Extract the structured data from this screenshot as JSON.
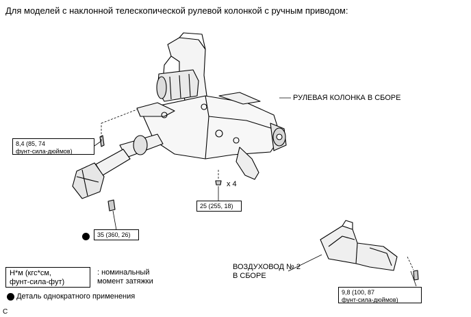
{
  "heading": "Для моделей с наклонной телескопической рулевой колонкой с ручным приводом:",
  "labels": {
    "steering_column": "РУЛЕВАЯ КОЛОНКА В СБОРЕ",
    "air_duct_line1": "ВОЗДУХОВОД № 2",
    "air_duct_line2": "В СБОРЕ",
    "times4": "x 4"
  },
  "torque_boxes": {
    "bolt_left_line1": "8,4 (85, 74",
    "bolt_left_line2": "фунт-сила-дюймов)",
    "nut_center": "25 (255, 18)",
    "joint_bolt": "35 (360, 26)",
    "duct_line1": "9,8 (100, 87",
    "duct_line2": "фунт-сила-дюймов)"
  },
  "legend": {
    "units_line1": "Н*м (кгс*см,",
    "units_line2": "фунт-сила-фут)",
    "units_desc_line1": ": номинальный",
    "units_desc_line2": "момент затяжки",
    "single_use": "Деталь однократного применения"
  },
  "corner_code": "C"
}
